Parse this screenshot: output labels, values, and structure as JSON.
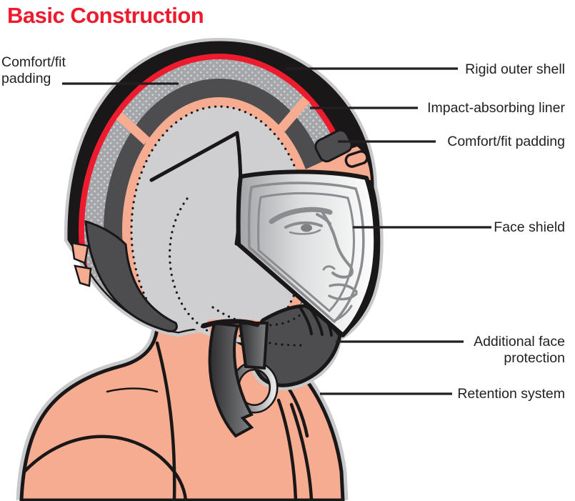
{
  "title": {
    "text": "Basic Construction",
    "color": "#ED1B2E"
  },
  "labels": {
    "comfort_fit_left": "Comfort/fit padding",
    "rigid_outer_shell": "Rigid outer shell",
    "impact_absorbing_liner": "Impact-absorbing liner",
    "comfort_fit_right": "Comfort/fit padding",
    "face_shield": "Face shield",
    "additional_face_protection": "Additional face protection",
    "retention_system": "Retention system"
  },
  "illustration": {
    "subject": "Side profile of rider's head wearing a full-face motorcycle helmet, cutaway showing construction layers, with jacket shoulders below",
    "parts": [
      {
        "name": "rigid-outer-shell",
        "color": "#1A1718"
      },
      {
        "name": "red-trim-stripe",
        "color": "#ED1B2E"
      },
      {
        "name": "impact-absorbing-liner",
        "color": "#A4A6A9",
        "texture": "stippled dots #D0D2D4"
      },
      {
        "name": "comfort-fit-padding",
        "color": "#4D4D4F"
      },
      {
        "name": "inner-lining",
        "color": "#F5AC91",
        "edge": "black dotted"
      },
      {
        "name": "head-interior",
        "color": "#CFCFD1"
      },
      {
        "name": "face-shield",
        "color": "gradient #9FA1A4 to #FFFFFF"
      },
      {
        "name": "additional-face-protection-chin-bar",
        "color": "#4D4D4F"
      },
      {
        "name": "retention-strap-and-d-ring",
        "color": "#3A3A3C"
      },
      {
        "name": "jacket",
        "color": "#F5AC91"
      },
      {
        "name": "outline-halo",
        "color": "#C8C9CB"
      }
    ]
  }
}
